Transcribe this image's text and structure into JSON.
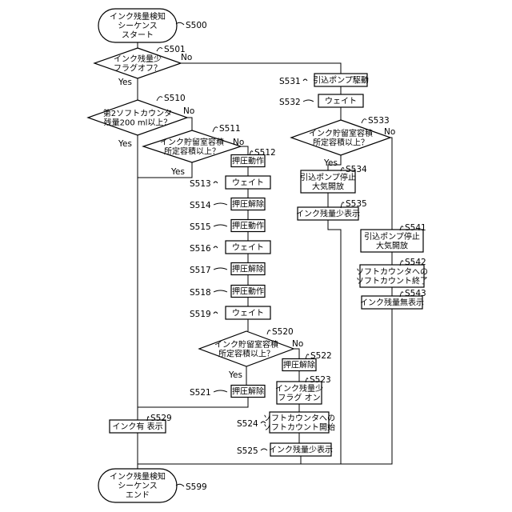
{
  "nodes": {
    "S500": [
      "インク残量検知",
      "シーケンス",
      "スタート"
    ],
    "S501": [
      "インク残量少",
      "フラグオフ？"
    ],
    "S510": [
      "第2ソフトカウンタ",
      "残量200 ml以上？"
    ],
    "S511": [
      "インク貯留室容積",
      "所定容積以上？"
    ],
    "S512": [
      "押圧動作"
    ],
    "S513": [
      "ウェイト"
    ],
    "S514": [
      "押圧解除"
    ],
    "S515": [
      "押圧動作"
    ],
    "S516": [
      "ウェイト"
    ],
    "S517": [
      "押圧解除"
    ],
    "S518": [
      "押圧動作"
    ],
    "S519": [
      "ウェイト"
    ],
    "S520": [
      "インク貯留室容積",
      "所定容積以上？"
    ],
    "S521": [
      "押圧解除"
    ],
    "S522": [
      "押圧解除"
    ],
    "S523": [
      "インク残量少",
      "フラグ オン"
    ],
    "S524": [
      "ソフトカウンタへの",
      "ソフトカウント開始"
    ],
    "S525": [
      "インク残量少表示"
    ],
    "S529": [
      "インク有 表示"
    ],
    "S531": [
      "引込ポンプ駆動"
    ],
    "S532": [
      "ウェイト"
    ],
    "S533": [
      "インク貯留室容積",
      "所定容積以上？"
    ],
    "S534": [
      "引込ポンプ停止",
      "大気開放"
    ],
    "S535": [
      "インク残量少表示"
    ],
    "S541": [
      "引込ポンプ停止",
      "大気開放"
    ],
    "S542": [
      "ソフトカウンタへの",
      "ソフトカウント終了"
    ],
    "S543": [
      "インク残量無表示"
    ],
    "S599": [
      "インク残量検知",
      "シーケンス",
      "エンド"
    ]
  },
  "step_labels": {
    "S500": "S500",
    "S501": "S501",
    "S510": "S510",
    "S511": "S511",
    "S512": "S512",
    "S513": "S513",
    "S514": "S514",
    "S515": "S515",
    "S516": "S516",
    "S517": "S517",
    "S518": "S518",
    "S519": "S519",
    "S520": "S520",
    "S521": "S521",
    "S522": "S522",
    "S523": "S523",
    "S524": "S524",
    "S525": "S525",
    "S529": "S529",
    "S531": "S531",
    "S532": "S532",
    "S533": "S533",
    "S534": "S534",
    "S535": "S535",
    "S541": "S541",
    "S542": "S542",
    "S543": "S543",
    "S599": "S599"
  },
  "branch_labels": {
    "yes": "Yes",
    "no": "No"
  }
}
